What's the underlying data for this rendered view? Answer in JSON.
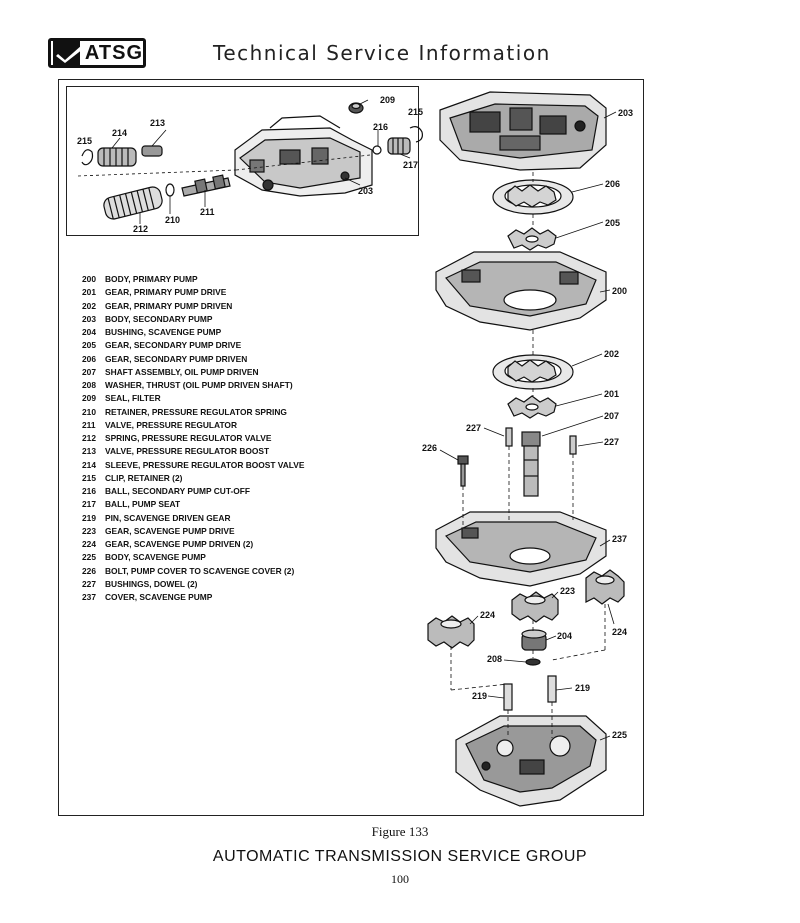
{
  "header": {
    "logo_text": "ATSG",
    "title": "Technical Service Information"
  },
  "legend": [
    {
      "num": "200",
      "desc": "BODY, PRIMARY PUMP"
    },
    {
      "num": "201",
      "desc": "GEAR, PRIMARY PUMP DRIVE"
    },
    {
      "num": "202",
      "desc": "GEAR, PRIMARY PUMP DRIVEN"
    },
    {
      "num": "203",
      "desc": "BODY, SECONDARY PUMP"
    },
    {
      "num": "204",
      "desc": "BUSHING, SCAVENGE PUMP"
    },
    {
      "num": "205",
      "desc": "GEAR, SECONDARY PUMP DRIVE"
    },
    {
      "num": "206",
      "desc": "GEAR, SECONDARY PUMP DRIVEN"
    },
    {
      "num": "207",
      "desc": "SHAFT ASSEMBLY, OIL PUMP DRIVEN"
    },
    {
      "num": "208",
      "desc": "WASHER, THRUST (OIL PUMP DRIVEN SHAFT)"
    },
    {
      "num": "209",
      "desc": "SEAL, FILTER"
    },
    {
      "num": "210",
      "desc": "RETAINER, PRESSURE REGULATOR SPRING"
    },
    {
      "num": "211",
      "desc": "VALVE, PRESSURE REGULATOR"
    },
    {
      "num": "212",
      "desc": "SPRING, PRESSURE REGULATOR VALVE"
    },
    {
      "num": "213",
      "desc": "VALVE, PRESSURE REGULATOR BOOST"
    },
    {
      "num": "214",
      "desc": "SLEEVE, PRESSURE REGULATOR BOOST VALVE"
    },
    {
      "num": "215",
      "desc": "CLIP, RETAINER (2)"
    },
    {
      "num": "216",
      "desc": "BALL, SECONDARY PUMP CUT-OFF"
    },
    {
      "num": "217",
      "desc": "BALL, PUMP SEAT"
    },
    {
      "num": "219",
      "desc": "PIN, SCAVENGE DRIVEN GEAR"
    },
    {
      "num": "223",
      "desc": "GEAR, SCAVENGE PUMP DRIVE"
    },
    {
      "num": "224",
      "desc": "GEAR, SCAVENGE PUMP DRIVEN (2)"
    },
    {
      "num": "225",
      "desc": "BODY, SCAVENGE PUMP"
    },
    {
      "num": "226",
      "desc": "BOLT, PUMP COVER TO SCAVENGE COVER (2)"
    },
    {
      "num": "227",
      "desc": "BUSHINGS, DOWEL (2)"
    },
    {
      "num": "237",
      "desc": "COVER, SCAVENGE PUMP"
    }
  ],
  "callouts": {
    "inset": {
      "c209": "209",
      "c213": "213",
      "c214": "214",
      "c215a": "215",
      "c215b": "215",
      "c216": "216",
      "c217": "217",
      "c203": "203",
      "c210": "210",
      "c211": "211",
      "c212": "212"
    },
    "main": {
      "c203": "203",
      "c206": "206",
      "c205": "205",
      "c200": "200",
      "c202": "202",
      "c201": "201",
      "c207": "207",
      "c227a": "227",
      "c227b": "227",
      "c226": "226",
      "c237": "237",
      "c223": "223",
      "c224a": "224",
      "c224b": "224",
      "c204": "204",
      "c208": "208",
      "c219a": "219",
      "c219b": "219",
      "c225": "225"
    }
  },
  "caption": "Figure 133",
  "footer": {
    "title": "AUTOMATIC TRANSMISSION SERVICE GROUP",
    "page": "100"
  }
}
